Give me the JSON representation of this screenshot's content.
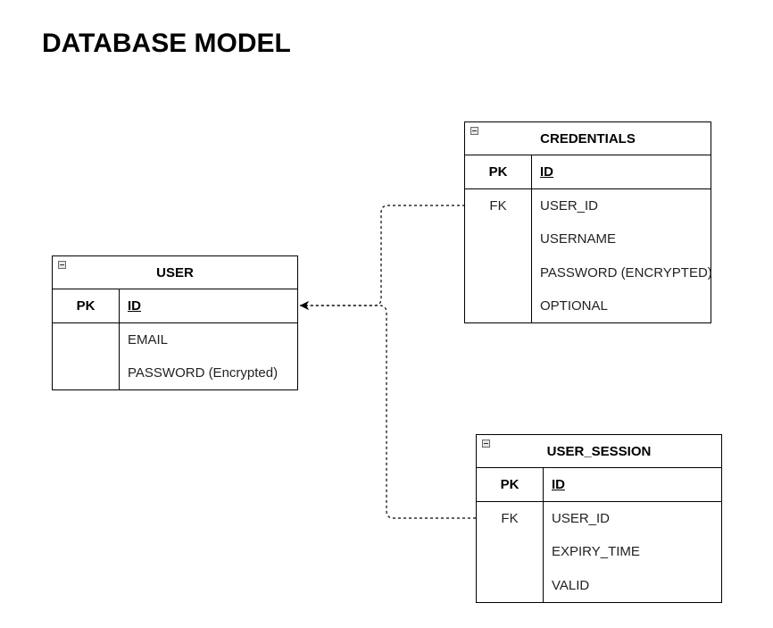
{
  "title": "DATABASE MODEL",
  "entities": {
    "user": {
      "name": "USER",
      "pk_label": "PK",
      "pk_field": "ID",
      "fields": [
        {
          "key": "",
          "name": "EMAIL"
        },
        {
          "key": "",
          "name": "PASSWORD (Encrypted)"
        }
      ]
    },
    "credentials": {
      "name": "CREDENTIALS",
      "pk_label": "PK",
      "pk_field": "ID",
      "fields": [
        {
          "key": "FK",
          "name": "USER_ID"
        },
        {
          "key": "",
          "name": "USERNAME"
        },
        {
          "key": "",
          "name": "PASSWORD (ENCRYPTED)"
        },
        {
          "key": "",
          "name": "OPTIONAL"
        }
      ]
    },
    "user_session": {
      "name": "USER_SESSION",
      "pk_label": "PK",
      "pk_field": "ID",
      "fields": [
        {
          "key": "FK",
          "name": "USER_ID"
        },
        {
          "key": "",
          "name": "EXPIRY_TIME"
        },
        {
          "key": "",
          "name": "VALID"
        }
      ]
    }
  },
  "relationships": [
    {
      "from": "credentials.USER_ID",
      "to": "user.ID",
      "style": "dashed"
    },
    {
      "from": "user_session.USER_ID",
      "to": "user.ID",
      "style": "dashed"
    }
  ]
}
